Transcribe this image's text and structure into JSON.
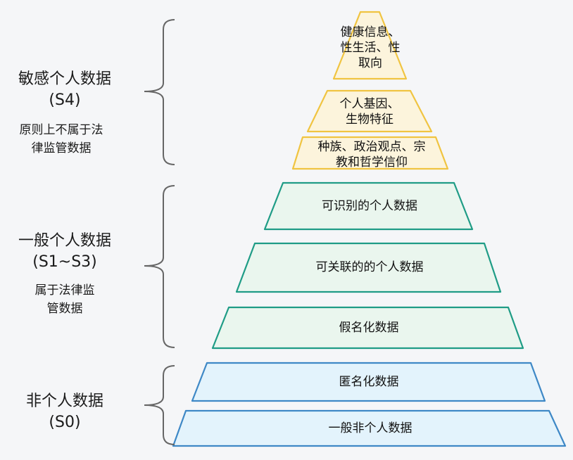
{
  "colors": {
    "sensitive_fill": "#fcf4dc",
    "sensitive_stroke": "#f0c441",
    "general_fill": "#eaf6ee",
    "general_stroke": "#1f9c86",
    "non_fill": "#e3f3fc",
    "non_stroke": "#3e88c6",
    "brace": "#666666"
  },
  "groups": {
    "sensitive": {
      "title_line1": "敏感个人数据",
      "title_line2": "(S4)",
      "note_line1": "原则上不属于法",
      "note_line2": "律监管数据"
    },
    "general": {
      "title_line1": "一般个人数据",
      "title_line2": "(S1~S3)",
      "note_line1": "属于法律监",
      "note_line2": "管数据"
    },
    "non": {
      "title_line1": "非个人数据",
      "title_line2": "(S0)"
    }
  },
  "tiers": [
    {
      "lines": [
        "健康信息、",
        "性生活、性",
        "取向"
      ],
      "group": "sensitive"
    },
    {
      "lines": [
        "个人基因、",
        "生物特征"
      ],
      "group": "sensitive"
    },
    {
      "lines": [
        "种族、政治观点、宗",
        "教和哲学信仰"
      ],
      "group": "sensitive"
    },
    {
      "lines": [
        "可识别的个人数据"
      ],
      "group": "general"
    },
    {
      "lines": [
        "可关联的的个人数据"
      ],
      "group": "general"
    },
    {
      "lines": [
        "假名化数据"
      ],
      "group": "general"
    },
    {
      "lines": [
        "匿名化数据"
      ],
      "group": "non"
    },
    {
      "lines": [
        "一般非个人数据"
      ],
      "group": "non"
    }
  ]
}
